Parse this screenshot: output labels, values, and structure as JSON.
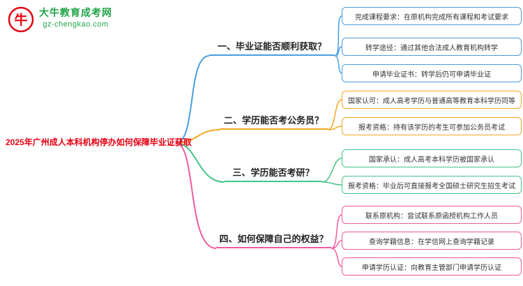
{
  "logo": {
    "site_name": "大牛教育成考网",
    "site_url": "gz-chengkao.com"
  },
  "root": {
    "label": "2025年广州成人本科机构停办如何保障毕业证获取",
    "color": "#e60012"
  },
  "branches": [
    {
      "label": "一、毕业证能否顺利获取？",
      "color": "#4a9de0",
      "children": [
        {
          "label": "完成课程要求：在原机构完成所有课程和考试要求"
        },
        {
          "label": "转学途径：通过其他合法成人教育机构转学"
        },
        {
          "label": "申请毕业证书：转学后仍可申请毕业证"
        }
      ]
    },
    {
      "label": "二、学历能否考公务员？",
      "color": "#f5a623",
      "children": [
        {
          "label": "国家认可：成人高考学历与普通高等教育本科学历同等"
        },
        {
          "label": "报考资格：持有该学历的考生可参加公务员考试"
        }
      ]
    },
    {
      "label": "三、学历能否考研？",
      "color": "#43c486",
      "children": [
        {
          "label": "国家承认：成人高考本科学历被国家承认"
        },
        {
          "label": "报考资格：毕业后可直接报考全国硕士研究生招生考试"
        }
      ]
    },
    {
      "label": "四、如何保障自己的权益？",
      "color": "#ef5b9c",
      "children": [
        {
          "label": "联系原机构：尝试联系原函授机构工作人员"
        },
        {
          "label": "查询学籍信息：在学信网上查询学籍记录"
        },
        {
          "label": "申请学历认证：向教育主管部门申请学历认证"
        }
      ]
    }
  ]
}
